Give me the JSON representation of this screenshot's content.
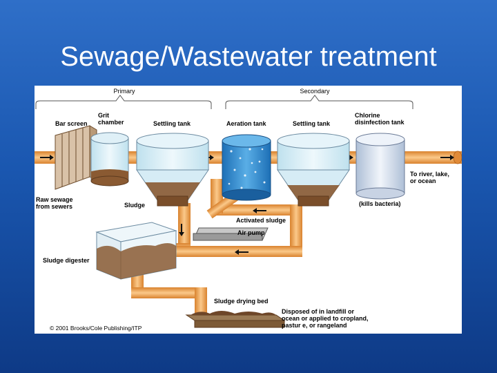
{
  "slide": {
    "title": "Sewage/Wastewater treatment"
  },
  "diagram": {
    "stages": {
      "primary": "Primary",
      "secondary": "Secondary"
    },
    "components": {
      "bar_screen": "Bar screen",
      "grit_chamber": "Grit\nchamber",
      "settling_tank_primary": "Settling tank",
      "aeration_tank": "Aeration tank",
      "settling_tank_secondary": "Settling tank",
      "chlorine_tank": "Chlorine\ndisinfection tank",
      "raw_sewage": "Raw sewage\nfrom sewers",
      "sludge": "Sludge",
      "activated_sludge": "Activated sludge",
      "air_pump": "Air pump",
      "sludge_digester": "Sludge digester",
      "sludge_drying_bed": "Sludge drying bed",
      "to_river": "To river, lake,\nor ocean",
      "kills_bacteria": "(kills bacteria)",
      "disposed": "Disposed of in landfill or\nocean or applied to cropland,\npastur e, or rangeland"
    },
    "copyright": "© 2001 Brooks/Cole Publishing/ITP"
  },
  "colors": {
    "pipe": "#f2a04a",
    "pipe_edge": "#c06a18",
    "water": "#cde7f2",
    "aeration_water": "#3c8fd0",
    "sludge_brown": "#8a5a32",
    "slide_bg": "#1b4f9c"
  }
}
